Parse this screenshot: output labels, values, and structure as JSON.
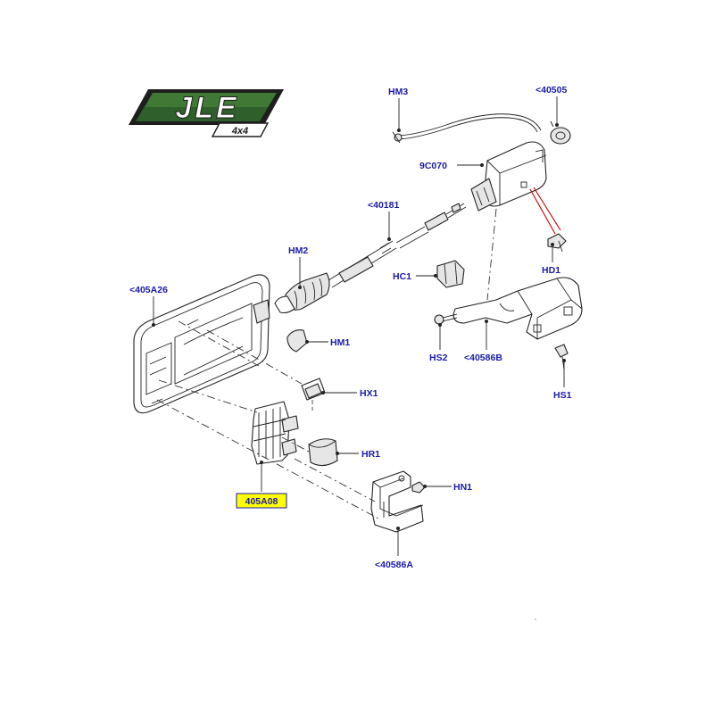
{
  "logo": {
    "brand": "JLE",
    "sub": "4x4"
  },
  "callouts": {
    "hm3": "HM3",
    "c40505": "<40505",
    "c9c070": "9C070",
    "c40181": "<40181",
    "hd1": "HD1",
    "hm2": "HM2",
    "hc1": "HC1",
    "c405a26": "<405A26",
    "hm1": "HM1",
    "hs2": "HS2",
    "c40586b": "<40586B",
    "hs1": "HS1",
    "hx1": "HX1",
    "hr1": "HR1",
    "c405a08": "405A08",
    "hn1": "HN1",
    "c40586a": "<40586A"
  },
  "colors": {
    "label": "#1a1aa8",
    "highlight_fill": "#ffff00",
    "highlight_border": "#1a1aa8",
    "logo_green": "#2f5f2a",
    "leader_red": "#cc0000"
  },
  "highlighted_part": "405A08"
}
